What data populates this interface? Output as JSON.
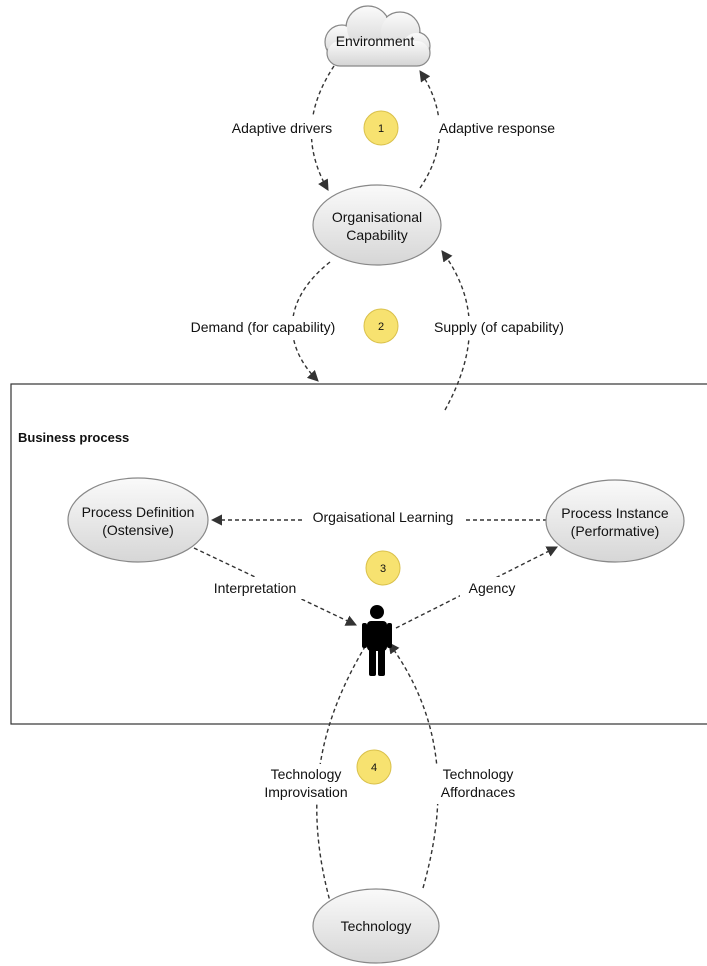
{
  "nodes": {
    "environment": "Environment",
    "capability_line1": "Organisational",
    "capability_line2": "Capability",
    "definition_line1": "Process Definition",
    "definition_line2": "(Ostensive)",
    "instance_line1": "Process Instance",
    "instance_line2": "(Performative)",
    "technology": "Technology"
  },
  "container": {
    "title": "Business process"
  },
  "badges": [
    "1",
    "2",
    "3",
    "4"
  ],
  "edges": {
    "adaptive_drivers": "Adaptive drivers",
    "adaptive_response": "Adaptive response",
    "demand": "Demand (for capability)",
    "supply": "Supply (of capability)",
    "learning": "Orgaisational Learning",
    "interpretation": "Interpretation",
    "agency": "Agency",
    "improvisation_line1": "Technology",
    "improvisation_line2": "Improvisation",
    "affordances_line1": "Technology",
    "affordances_line2": "Affordnaces"
  },
  "icons": {
    "environment": "cloud-icon",
    "actor": "person-icon"
  },
  "colors": {
    "node_fill_top": "#fafafa",
    "node_fill_bottom": "#d6d6d6",
    "node_stroke": "#888888",
    "badge_fill": "#f7e270",
    "badge_stroke": "#d9c04a",
    "edge": "#333333",
    "frame": "#333333",
    "person": "#000000"
  }
}
